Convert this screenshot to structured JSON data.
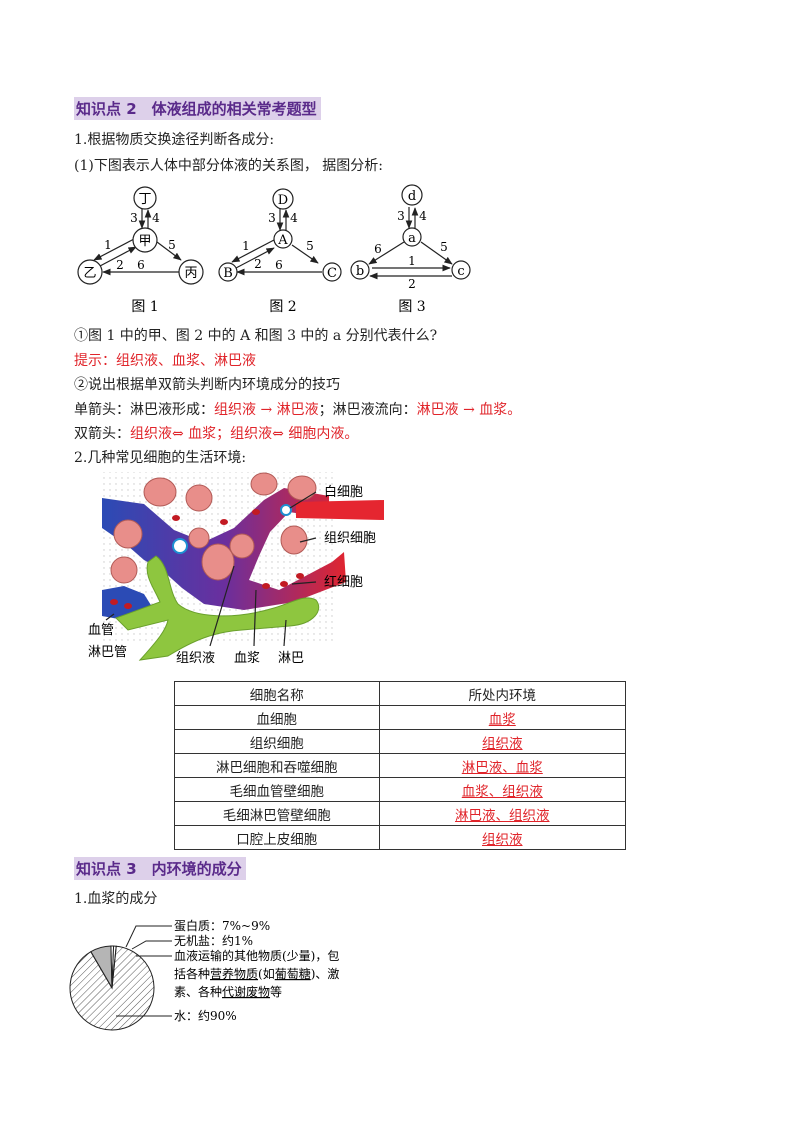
{
  "section2": {
    "heading": "知识点 2　体液组成的相关常考题型",
    "q1": "1.根据物质交换途径判断各成分:",
    "q1_sub": "(1)下图表示人体中部分体液的关系图，  据图分析:",
    "diagrams": [
      {
        "caption": "图  1",
        "top": "丁",
        "center": "甲",
        "left": "乙",
        "right": "丙",
        "n_top_left": "3",
        "n_top_right": "4",
        "n_left": "1",
        "n_right": "5",
        "n_bottom_upper": "2",
        "n_bottom": "6"
      },
      {
        "caption": "图  2",
        "top": "D",
        "center": "A",
        "left": "B",
        "right": "C",
        "n_top_left": "3",
        "n_top_right": "4",
        "n_left": "1",
        "n_right": "5",
        "n_bottom_upper": "2",
        "n_bottom": "6"
      },
      {
        "caption": "图  3",
        "top": "d",
        "center": "a",
        "left": "b",
        "right": "c",
        "n_top_left": "3",
        "n_top_right": "4",
        "n_left": "6",
        "n_right": "5",
        "n_bottom_upper": "1",
        "n_bottom": "2"
      }
    ],
    "q_a": "①图 1 中的甲、图 2 中的 A 和图 3 中的 a 分别代表什么?",
    "hint": "提示：组织液、血浆、淋巴液",
    "q_b": "②说出根据单双箭头判断内环境成分的技巧",
    "single_label": "单箭头：淋巴液形成：",
    "single_val1": "组织液  →  淋巴液",
    "single_mid": "；淋巴液流向：",
    "single_val2": "淋巴液  →  血浆。",
    "double_label": "双箭头：",
    "double_val": "组织液⇔ 血浆；组织液⇔ 细胞内液。",
    "q2": "2.几种常见细胞的生活环境:",
    "cell_labels": {
      "white_cell": "白细胞",
      "tissue_cell": "组织细胞",
      "red_cell": "红细胞",
      "vessel": "血管",
      "lymph_vessel": "淋巴管",
      "tissue_fluid": "组织液",
      "plasma": "血浆",
      "lymph": "淋巴"
    },
    "table": {
      "headers": [
        "细胞名称",
        "所处内环境"
      ],
      "rows": [
        [
          "血细胞",
          "血浆"
        ],
        [
          "组织细胞",
          "组织液"
        ],
        [
          "淋巴细胞和吞噬细胞",
          "淋巴液、血浆"
        ],
        [
          "毛细血管壁细胞",
          "血浆、组织液"
        ],
        [
          "毛细淋巴管壁细胞",
          "淋巴液、组织液"
        ],
        [
          "口腔上皮细胞",
          "组织液"
        ]
      ]
    }
  },
  "section3": {
    "heading": "知识点 3　内环境的成分",
    "q1": "1.血浆的成分",
    "pie": {
      "protein": "蛋白质：7%~9%",
      "salt": "无机盐：约1%",
      "other_1": "血液运输的其他物质(少量)，包",
      "other_2a": "括各种",
      "other_2b": "营养物质",
      "other_2c": "(如",
      "other_2d": "葡萄糖",
      "other_2e": ")、激",
      "other_3a": "素、各种",
      "other_3b": "代谢废物",
      "other_3c": "等",
      "water": "水：约90%"
    }
  },
  "chart_data": {
    "type": "pie",
    "categories": [
      "蛋白质",
      "无机盐",
      "血液运输的其他物质",
      "水"
    ],
    "values": [
      8,
      1,
      1,
      90
    ],
    "title": ""
  }
}
